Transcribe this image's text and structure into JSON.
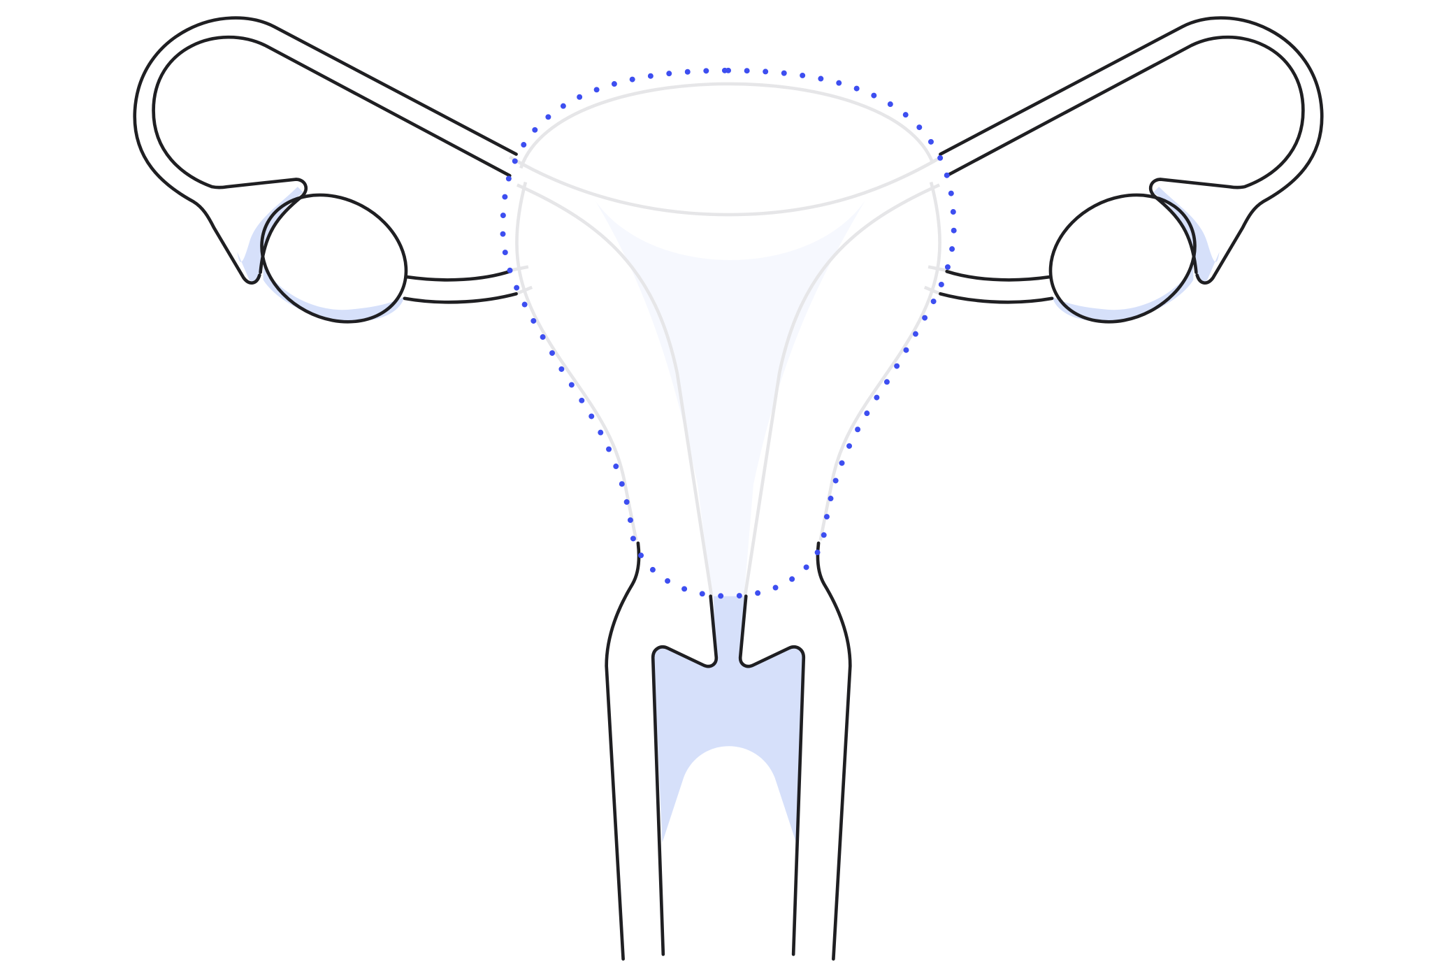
{
  "diagram": {
    "colors": {
      "outline": "#1f1f22",
      "faded_outline": "#e6e6e8",
      "highlight_fill": "#d6e0fa",
      "faded_fill": "#f6f8fe",
      "removal_boundary": "#3d4ef0",
      "background": "#ffffff"
    },
    "parts": [
      "fallopian-tube-left",
      "fallopian-tube-right",
      "ovary-left",
      "ovary-right",
      "uterus",
      "cervix",
      "vagina",
      "removal-boundary"
    ]
  }
}
